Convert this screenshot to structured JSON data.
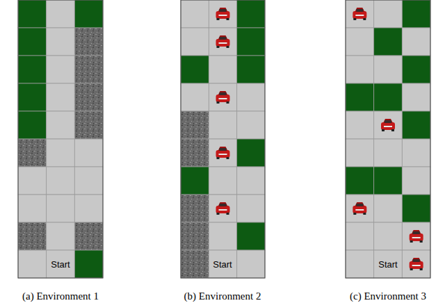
{
  "diagram": {
    "labels": [
      "Start",
      "(a) Environment 1",
      "Start",
      "(b) Environment 2",
      "Start",
      "(c) Environment 3"
    ]
  }
}
